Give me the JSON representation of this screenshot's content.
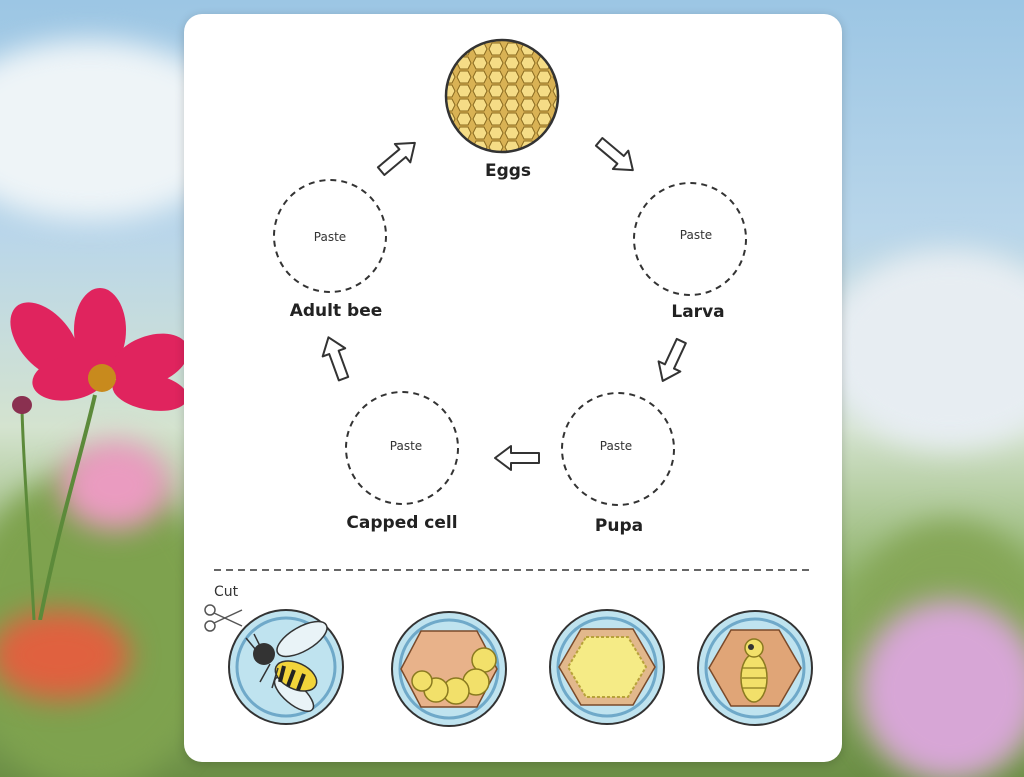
{
  "stages": {
    "eggs": "Eggs",
    "larva": "Larva",
    "pupa": "Pupa",
    "capped_cell": "Capped cell",
    "adult_bee": "Adult bee"
  },
  "paste_label": "Paste",
  "cut_label": "Cut",
  "colors": {
    "sheet": "#ffffff",
    "cutout_fill": "#bfe3ef",
    "cutout_ring": "#6fa9c9",
    "hexagon_fill": "#e8b28a",
    "honey": "#f2e06a",
    "flower_pink": "#e0245e"
  }
}
